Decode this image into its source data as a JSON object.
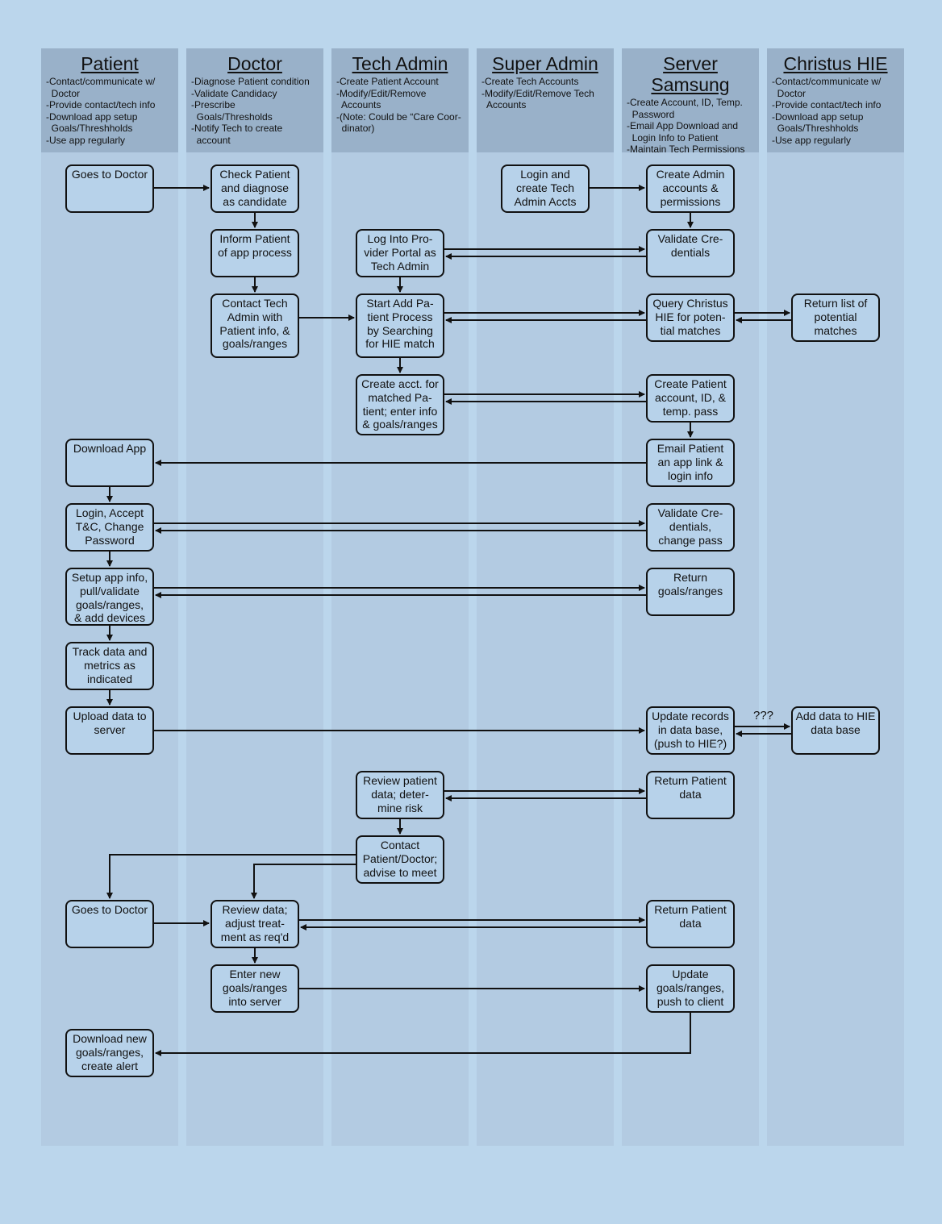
{
  "lanes": [
    {
      "id": "patient",
      "title": "Patient",
      "desc": [
        "-Contact/communicate w/",
        "  Doctor",
        "-Provide contact/tech info",
        "-Download app setup",
        "  Goals/Threshholds",
        "-Use app regularly"
      ]
    },
    {
      "id": "doctor",
      "title": "Doctor",
      "desc": [
        "-Diagnose Patient condition",
        "-Validate Candidacy",
        "-Prescribe",
        "  Goals/Thresholds",
        "-Notify Tech to create",
        "  account"
      ]
    },
    {
      "id": "tech",
      "title": "Tech Admin",
      "desc": [
        "-Create Patient Account",
        "-Modify/Edit/Remove",
        "  Accounts",
        "-(Note: Could be “Care Coor-",
        "  dinator)"
      ]
    },
    {
      "id": "super",
      "title": "Super Admin",
      "desc": [
        "-Create Tech Accounts",
        "-Modify/Edit/Remove Tech",
        "  Accounts"
      ]
    },
    {
      "id": "server",
      "title": "Server Samsung",
      "desc": [
        "-Create Account, ID, Temp.",
        "  Password",
        "-Email App Download and",
        "  Login Info to Patient",
        "-Maintain Tech Permissions"
      ]
    },
    {
      "id": "hie",
      "title": "Christus HIE",
      "desc": [
        "-Contact/communicate w/",
        "  Doctor",
        "-Provide contact/tech info",
        "-Download app setup",
        "  Goals/Threshholds",
        "-Use app regularly"
      ]
    }
  ],
  "nodes": {
    "p_goes1": "Goes to Doctor",
    "d_check": "Check Patient\nand diagnose\nas candidate",
    "s_login": "Login and\ncreate Tech\nAdmin Accts",
    "v_create_admin": "Create Admin\naccounts &\npermissions",
    "d_inform": "Inform Patient\nof app process",
    "t_log": "Log Into Pro-\nvider Portal as\nTech Admin",
    "v_validate1": "Validate Cre-\ndentials",
    "d_contact": "Contact Tech\nAdmin with\nPatient info, &\ngoals/ranges",
    "t_start": "Start Add Pa-\ntient Process\nby Searching\nfor HIE match",
    "v_query": "Query Christus\nHIE for poten-\ntial matches",
    "h_return": "Return list of\npotential\nmatches",
    "t_create": "Create acct. for\nmatched Pa-\ntient; enter info\n& goals/ranges",
    "v_create_patient": "Create Patient\naccount, ID, &\ntemp. pass",
    "p_download": "Download App",
    "v_email": "Email Patient\nan app link &\nlogin info",
    "p_login": "Login, Accept\nT&C, Change\nPassword",
    "v_validate2": "Validate Cre-\ndentials,\nchange pass",
    "p_setup": "Setup app info,\npull/validate\ngoals/ranges,\n& add devices",
    "v_return_goals": "Return\ngoals/ranges",
    "p_track": "Track data and\nmetrics as\nindicated",
    "p_upload": "Upload data to\nserver",
    "v_update": "Update records\nin data base,\n(push to HIE?)",
    "h_add": "Add data to HIE\ndata base",
    "t_review": "Review patient\ndata; deter-\nmine risk",
    "v_return_data1": "Return Patient\ndata",
    "t_contact": "Contact\nPatient/Doctor;\nadvise to meet",
    "p_goes2": "Goes to Doctor",
    "d_review": "Review data;\nadjust treat-\nment as req'd",
    "v_return_data2": "Return Patient\ndata",
    "d_enter": "Enter new\ngoals/ranges\ninto server",
    "v_update_goals": "Update\ngoals/ranges,\npush to client",
    "p_download_new": "Download new\ngoals/ranges,\ncreate alert"
  },
  "unknown_label": "???",
  "colors": {
    "background": "#bbd6ec",
    "lane": "#b3cbe2",
    "lane_header": "#99b1c9",
    "box": "#b7d2ea",
    "line": "#111111"
  }
}
